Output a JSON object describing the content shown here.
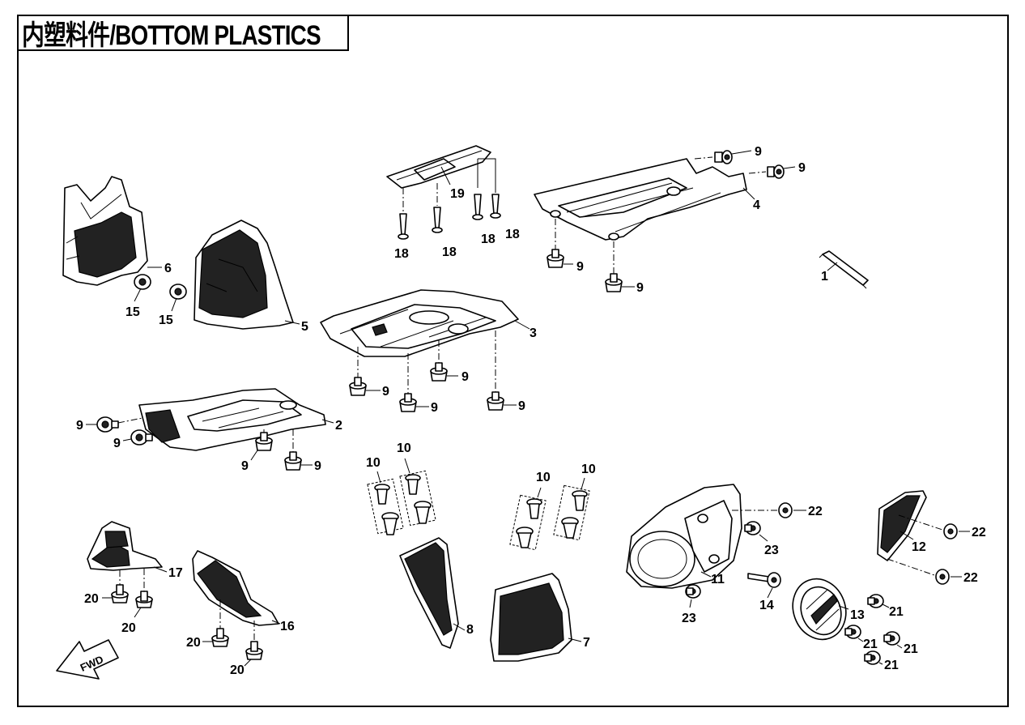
{
  "title": "内塑料件/BOTTOM PLASTICS",
  "fwd_label": "FWD",
  "callouts": {
    "c1": "1",
    "c2": "2",
    "c3": "3",
    "c4": "4",
    "c5": "5",
    "c6": "6",
    "c7": "7",
    "c8": "8",
    "c9": "9",
    "c10": "10",
    "c11": "11",
    "c12": "12",
    "c13": "13",
    "c14": "14",
    "c15": "15",
    "c16": "16",
    "c17": "17",
    "c18": "18",
    "c19": "19",
    "c20": "20",
    "c21": "21",
    "c22": "22",
    "c23": "23"
  }
}
